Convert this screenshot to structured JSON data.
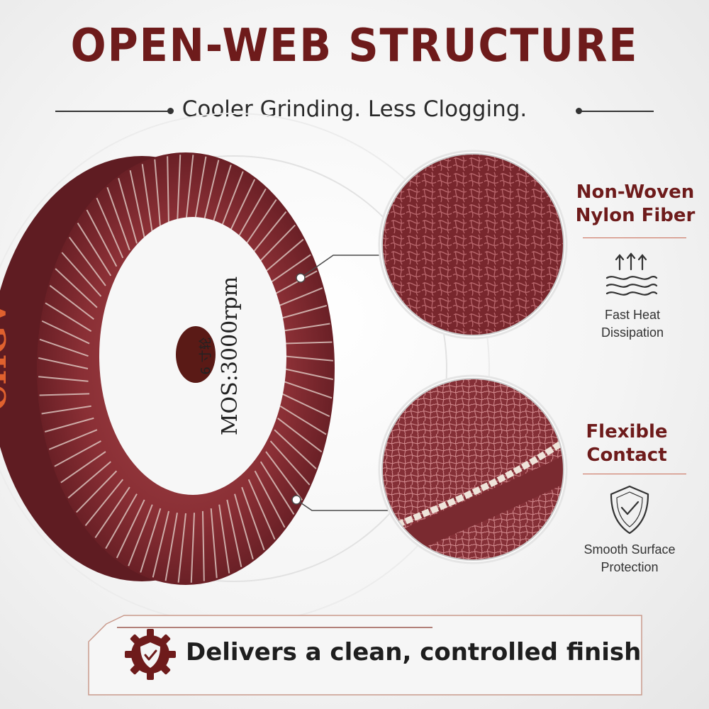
{
  "headline": "OPEN-WEB STRUCTURE",
  "subheadline": "Cooler Grinding. Less Clogging.",
  "product": {
    "brand_label": "CHGV",
    "rating_label": "MOS:3000rpm",
    "small_label": "6 寸轮"
  },
  "features": [
    {
      "title_line1": "Non-Woven",
      "title_line2": "Nylon Fiber",
      "label_line1": "Fast Heat",
      "label_line2": "Dissipation",
      "icon": "heat-waves-icon"
    },
    {
      "title_line1": "Flexible",
      "title_line2": "Contact",
      "label_line1": "Smooth Surface",
      "label_line2": "Protection",
      "icon": "shield-check-icon"
    }
  ],
  "banner": {
    "text": "Delivers a clean, controlled finish",
    "icon": "gear-shield-check-icon"
  },
  "colors": {
    "brand_dark_red": "#6e1b1b",
    "wheel_maroon": "#8a2f35",
    "accent_orange": "#e0612e"
  }
}
